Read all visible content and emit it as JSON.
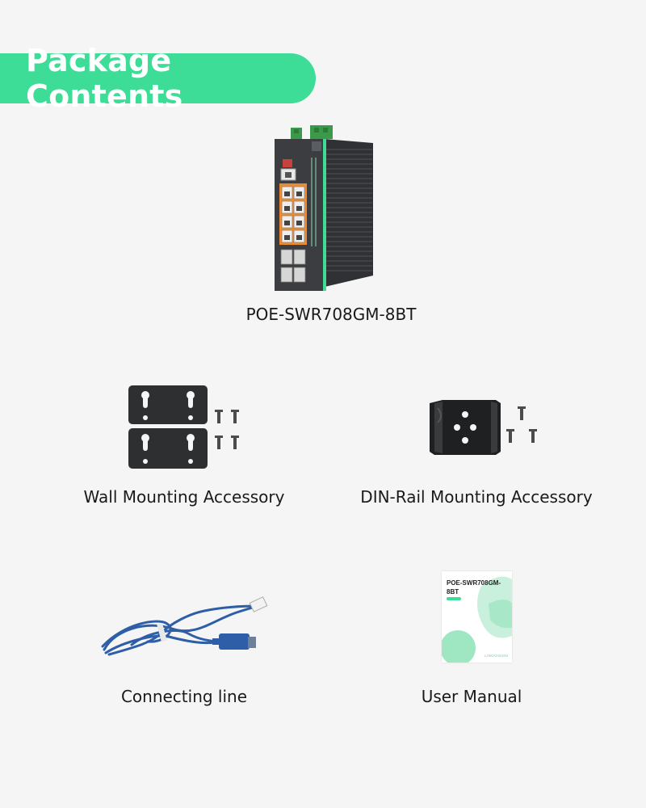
{
  "header": {
    "title": "Package Contents"
  },
  "items": [
    {
      "caption": "POE-SWR708GM-8BT",
      "icon": "switch-device"
    },
    {
      "caption": "Wall Mounting Accessory",
      "icon": "wall-mount-brackets"
    },
    {
      "caption": "DIN-Rail Mounting Accessory",
      "icon": "din-rail-clip"
    },
    {
      "caption": "Connecting line",
      "icon": "console-cable"
    },
    {
      "caption": "User Manual",
      "icon": "user-manual"
    }
  ],
  "manual": {
    "title_line1": "POE-SWR708GM-",
    "title_line2": "8BT",
    "brand": "LINOVISION"
  },
  "colors": {
    "accent": "#3ddc97",
    "background": "#f4f5f4",
    "device": "#3b3d40",
    "port_orange": "#f08a2c",
    "cable_blue": "#2e5ea8"
  }
}
